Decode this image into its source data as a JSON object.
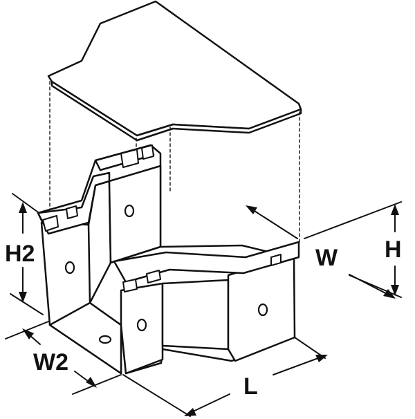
{
  "labels": {
    "h2": "H2",
    "h": "H",
    "w": "W",
    "w2": "W2",
    "l": "L"
  },
  "colors": {
    "outline": "#111111",
    "fill": "#ffffff"
  }
}
